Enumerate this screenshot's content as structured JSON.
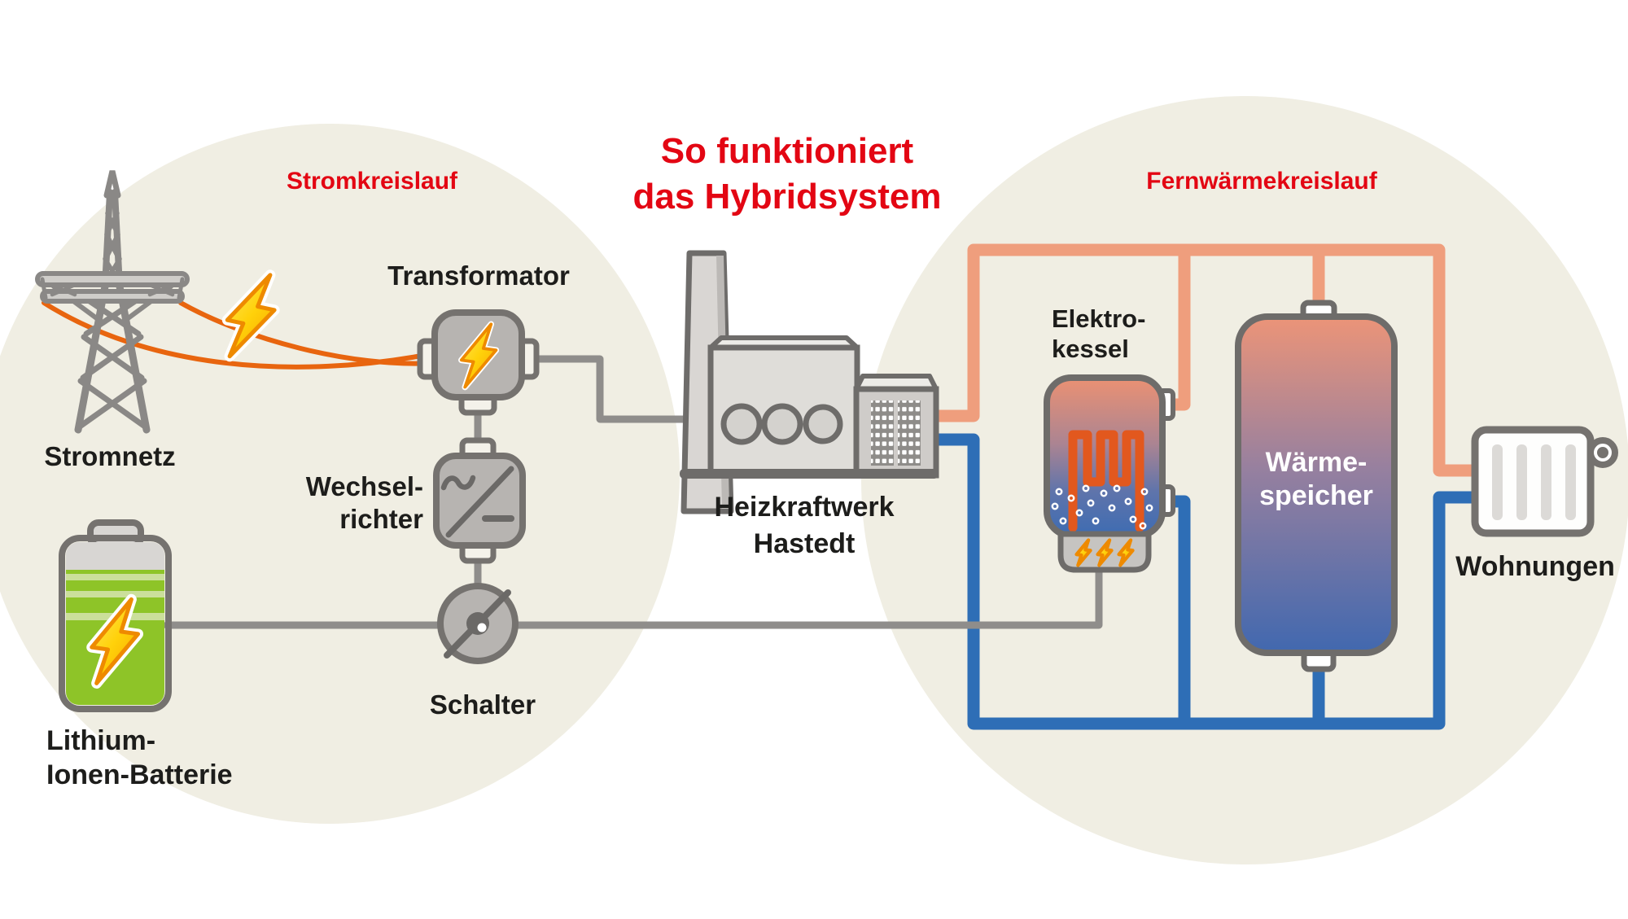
{
  "title": {
    "line1": "So funktioniert",
    "line2": "das Hybridsystem"
  },
  "sections": {
    "left": "Stromkreislauf",
    "right": "Fernwärmekreislauf"
  },
  "labels": {
    "grid": "Stromnetz",
    "transformer": "Transformator",
    "inverter_line1": "Wechsel-",
    "inverter_line2": "richter",
    "switch": "Schalter",
    "battery_line1": "Lithium-",
    "battery_line2": "Ionen-Batterie",
    "plant_line1": "Heizkraftwerk",
    "plant_line2": "Hastedt",
    "boiler_line1": "Elektro-",
    "boiler_line2": "kessel",
    "storage_line1": "Wärme-",
    "storage_line2": "speicher",
    "homes": "Wohnungen"
  },
  "icons": {
    "grid": "transmission-tower-icon",
    "wire_flash": "lightning-bolt-icon",
    "transformer": "transformer-icon",
    "inverter": "inverter-icon",
    "switch": "disconnect-switch-icon",
    "battery": "battery-icon",
    "plant": "power-plant-icon",
    "boiler": "electric-boiler-icon",
    "storage": "heat-storage-tank-icon",
    "homes": "radiator-icon"
  },
  "colors": {
    "accent_red": "#e30613",
    "circle_bg": "#f0eee3",
    "pipe_hot": "#ef9e7d",
    "pipe_cold": "#2e6eb6",
    "wire_orange": "#e8650f",
    "connector_gray": "#8f8d8b",
    "component_gray": "#b7b4b1",
    "outline_gray": "#75726f",
    "battery_green": "#8ec428",
    "bolt_yellow": "#ffd10a",
    "coil_orange": "#e2581e",
    "text_black": "#1d1d1b",
    "storage_text": "#ffffff"
  }
}
